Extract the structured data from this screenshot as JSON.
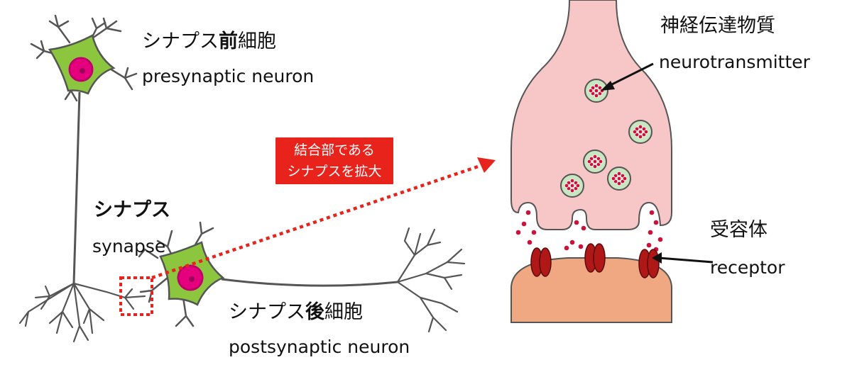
{
  "labels": {
    "presynaptic_jp_pre": "シナプス",
    "presynaptic_jp_key": "前",
    "presynaptic_jp_post": "細胞",
    "presynaptic_en": "presynaptic neuron",
    "synapse_jp": "シナプス",
    "synapse_en": "synapse",
    "postsynaptic_jp_pre": "シナプス",
    "postsynaptic_jp_key": "後",
    "postsynaptic_jp_post": "細胞",
    "postsynaptic_en": "postsynaptic neuron",
    "neurotransmitter_jp": "神経伝達物質",
    "neurotransmitter_en": "neurotransmitter",
    "receptor_jp": "受容体",
    "receptor_en": "receptor"
  },
  "callout": {
    "line1": "結合部である",
    "line2": "シナプスを拡大"
  },
  "colors": {
    "soma_green": "#8cc63f",
    "nucleus_pink": "#e5007e",
    "terminal_pink": "#f7c6c6",
    "postsynaptic_salmon": "#f0a882",
    "vesicle_green": "#c8e6c0",
    "molecule_red": "#d0103a",
    "receptor_red": "#b01818",
    "callout_red": "#e8231c",
    "axon_gray": "#555555"
  }
}
